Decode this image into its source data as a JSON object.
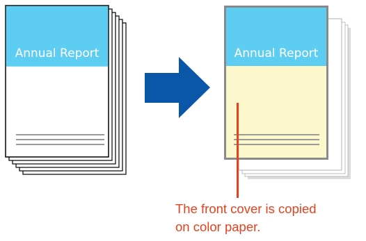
{
  "before": {
    "cover_title": "Annual Report"
  },
  "after": {
    "cover_title": "Annual Report"
  },
  "callout": {
    "line1": "The front cover is copied",
    "line2": "on color paper."
  },
  "colors": {
    "header_blue": "#5ecdf2",
    "color_paper": "#fdf7cc",
    "cover_border_gray": "#8a8a8a",
    "arrow_blue": "#0a56a8",
    "callout_red": "#e8401c",
    "text_line_gray": "#9a9a9a"
  }
}
